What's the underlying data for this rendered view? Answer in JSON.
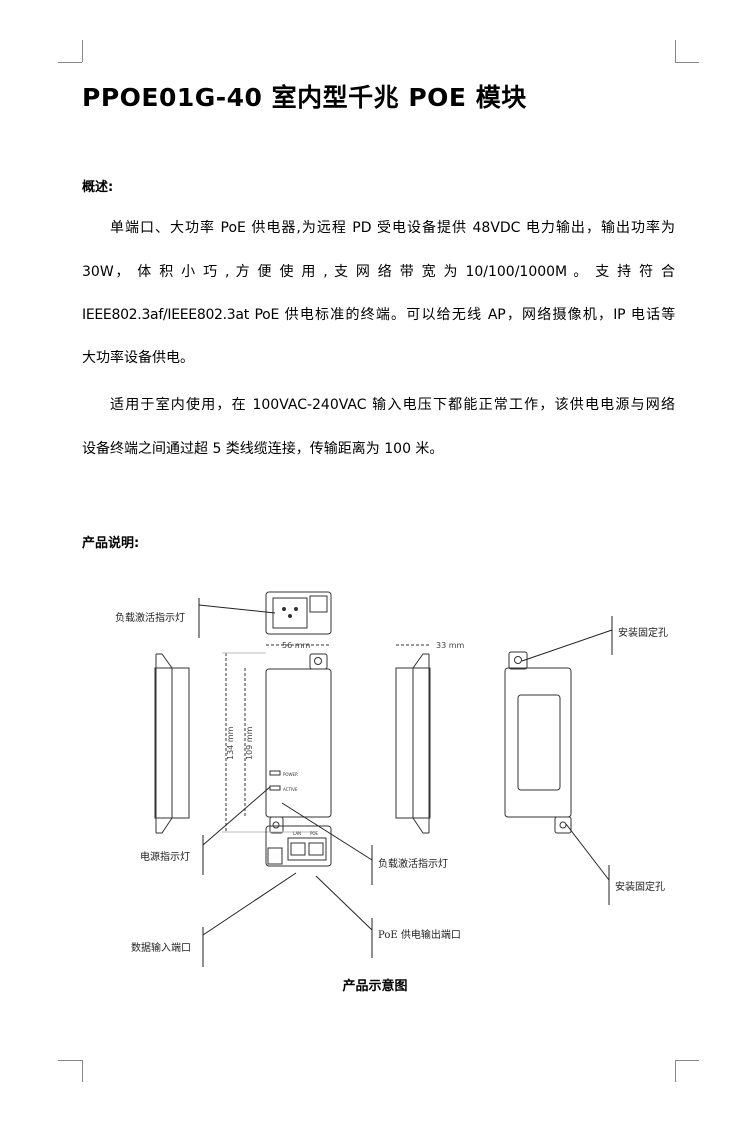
{
  "title": "PPOE01G-40 室内型千兆 POE 模块",
  "overview": {
    "heading": "概述:",
    "lines": [
      "单端口、大功率 PoE 供电器,为远程 PD 受电设备提供 48VDC 电力输出，输出功率为",
      "30W， 体 积 小 巧 , 方 便 使 用 , 支 网 络 带 宽 为 10/100/1000M 。 支 持 符 合",
      "IEEE802.3af/IEEE802.3at PoE 供电标准的终端。可以给无线 AP，网络摄像机，IP 电话等",
      "大功率设备供电。",
      "适用于室内使用，在 100VAC-240VAC 输入电压下都能正常工作，该供电电源与网络",
      "设备终端之间通过超 5 类线缆连接，传输距离为 100 米。"
    ]
  },
  "product": {
    "heading": "产品说明:",
    "diagram": {
      "labels": {
        "load_led_top": "负载激活指示灯",
        "power_led": "电源指示灯",
        "load_led": "负载激活指示灯",
        "data_in": "数据输入端口",
        "poe_out": "PoE 供电输出端口",
        "mount_hole_top": "安装固定孔",
        "mount_hole_bottom": "安装固定孔"
      },
      "dims": {
        "width": "56 mm",
        "depth": "33 mm",
        "height_total": "134 mm",
        "height_body": "109 mm"
      },
      "panel": {
        "power": "POWER",
        "active": "ACTIVE",
        "lan": "LAN",
        "poe": "POE"
      }
    },
    "caption": "产品示意图"
  }
}
